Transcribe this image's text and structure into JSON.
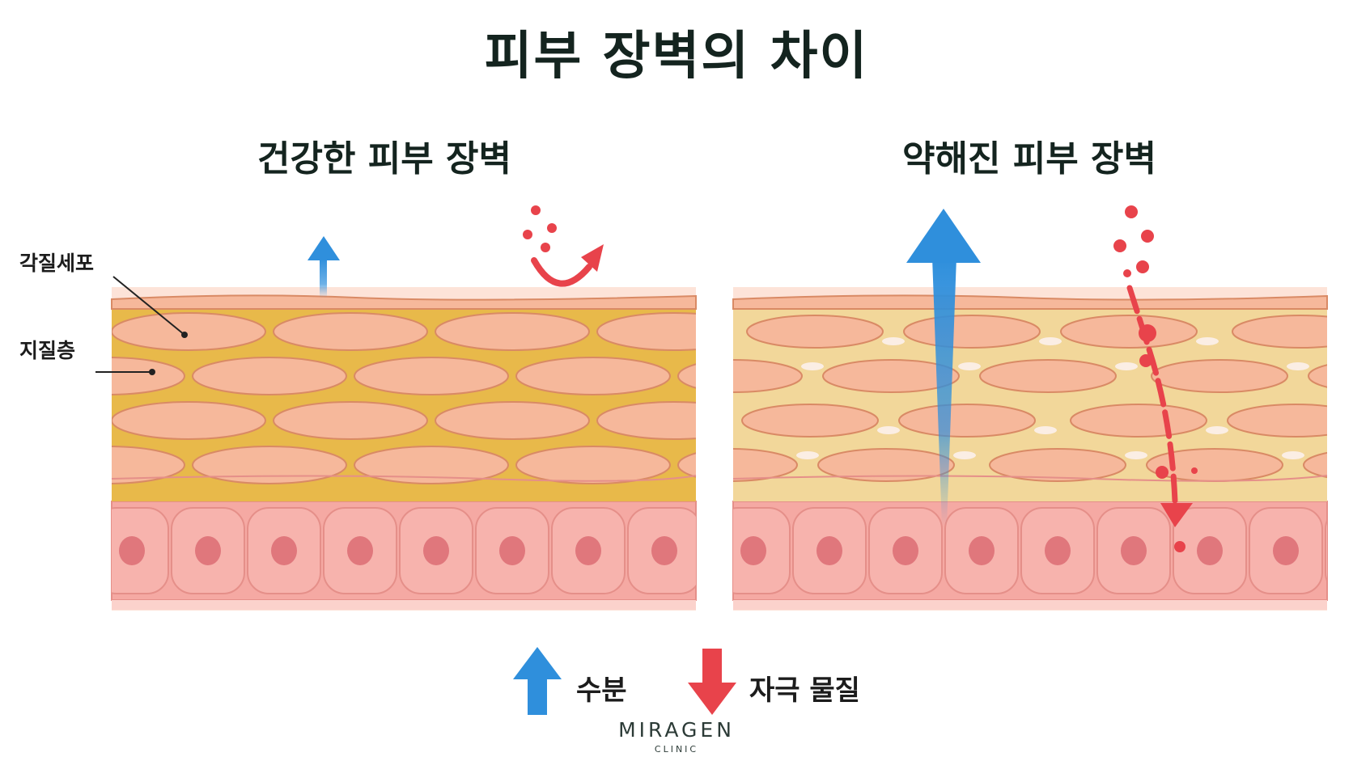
{
  "title": "피부 장벽의 차이",
  "panels": {
    "healthy": {
      "title": "건강한 피부 장벽"
    },
    "weakened": {
      "title": "약해진 피부 장벽"
    }
  },
  "callouts": {
    "corneocyte": "각질세포",
    "lipid_layer": "지질층"
  },
  "legend": {
    "water": {
      "label": "수분",
      "icon": "blue-up-arrow-icon",
      "color": "#2f8fdc"
    },
    "irritant": {
      "label": "자극 물질",
      "icon": "red-down-arrow-icon",
      "color": "#e8434b"
    }
  },
  "brand": {
    "name": "MIRAGEN",
    "sub": "CLINIC"
  },
  "colors": {
    "cell": "#f6b89b",
    "cell_stroke": "#d98a65",
    "lipid": "#e8b94a",
    "epidermis": "#f5a9a3",
    "nucleus": "#e0777c"
  }
}
